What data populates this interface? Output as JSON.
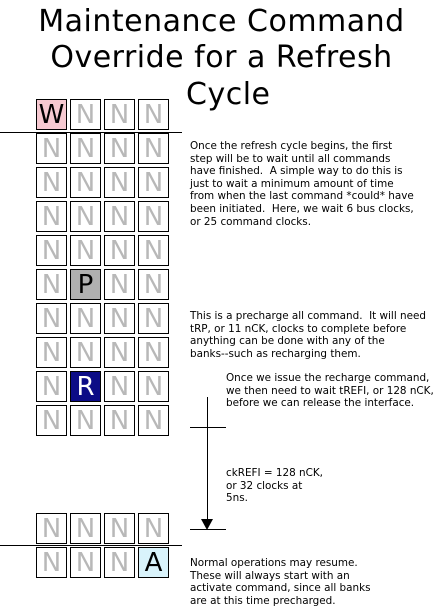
{
  "title": {
    "line1": "Maintenance Command",
    "line2": "Override for a Refresh",
    "line3": "Cycle"
  },
  "grid": {
    "rows": [
      [
        "W",
        "N",
        "N",
        "N"
      ],
      [
        "N",
        "N",
        "N",
        "N"
      ],
      [
        "N",
        "N",
        "N",
        "N"
      ],
      [
        "N",
        "N",
        "N",
        "N"
      ],
      [
        "N",
        "N",
        "N",
        "N"
      ],
      [
        "N",
        "P",
        "N",
        "N"
      ],
      [
        "N",
        "N",
        "N",
        "N"
      ],
      [
        "N",
        "N",
        "N",
        "N"
      ],
      [
        "N",
        "R",
        "N",
        "N"
      ],
      [
        "N",
        "N",
        "N",
        "N"
      ]
    ],
    "rows_bottom": [
      [
        "N",
        "N",
        "N",
        "N"
      ],
      [
        "N",
        "N",
        "N",
        "A"
      ]
    ]
  },
  "notes": {
    "wait": "Once the refresh cycle begins, the first\nstep will be to wait until all commands\nhave finished.  A simple way to do this is\njust to wait a minimum amount of time\nfrom when the last command *could* have\nbeen initiated.  Here, we wait 6 bus clocks,\nor 25 command clocks.",
    "precharge": "This is a precharge all command.  It will need\ntRP, or 11 nCK, clocks to complete before\nanything can be done with any of the\nbanks--such as recharging them.",
    "refresh": "Once we issue the recharge command,\nwe then need to wait tREFI, or 128 nCK,\nbefore we can release the interface.",
    "ckrefi": "ckREFI = 128 nCK,\nor 32 clocks at\n5ns.",
    "resume": "Normal operations may resume.\nThese will always start with an\nactivate command, since all banks\nare at this time precharged."
  },
  "colors": {
    "write": "#f6c9d1",
    "precharge": "#b0b0b0",
    "refresh": "#0c0c86",
    "activate": "#d9f3fb",
    "nop_text": "#b8b8b8"
  }
}
